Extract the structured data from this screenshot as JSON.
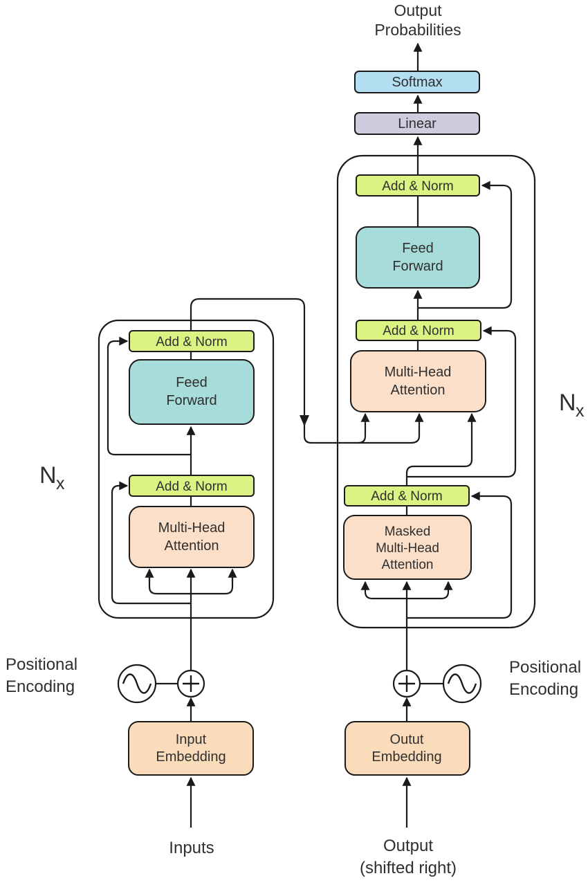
{
  "title": {
    "lines": [
      "Output",
      "Probabilities"
    ]
  },
  "colors": {
    "softmax": "#b4def2",
    "linear": "#cecddf",
    "add_norm": "#dcf283",
    "feed_forward": "#a8dcda",
    "attention": "#fcdfc8",
    "embedding": "#fadcba"
  },
  "blocks": {
    "softmax": "Softmax",
    "linear": "Linear",
    "add_norm": "Add & Norm",
    "feed_forward": {
      "lines": [
        "Feed",
        "Forward"
      ]
    },
    "multi_head_attention": {
      "lines": [
        "Multi-Head",
        "Attention"
      ]
    },
    "masked_multi_head_attention": {
      "lines": [
        "Masked",
        "Multi-Head",
        "Attention"
      ]
    },
    "input_embedding": {
      "lines": [
        "Input",
        "Embedding"
      ]
    },
    "output_embedding": {
      "lines": [
        "Outut",
        "Embedding"
      ]
    }
  },
  "labels": {
    "repeat_left": {
      "base": "N",
      "sub": "x"
    },
    "repeat_right": {
      "base": "N",
      "sub": "x"
    },
    "positional_encoding_left": {
      "lines": [
        "Positional",
        "Encoding"
      ]
    },
    "positional_encoding_right": {
      "lines": [
        "Positional",
        "Encoding"
      ]
    },
    "inputs": "Inputs",
    "outputs": {
      "lines": [
        "Output",
        "(shifted right)"
      ]
    }
  }
}
